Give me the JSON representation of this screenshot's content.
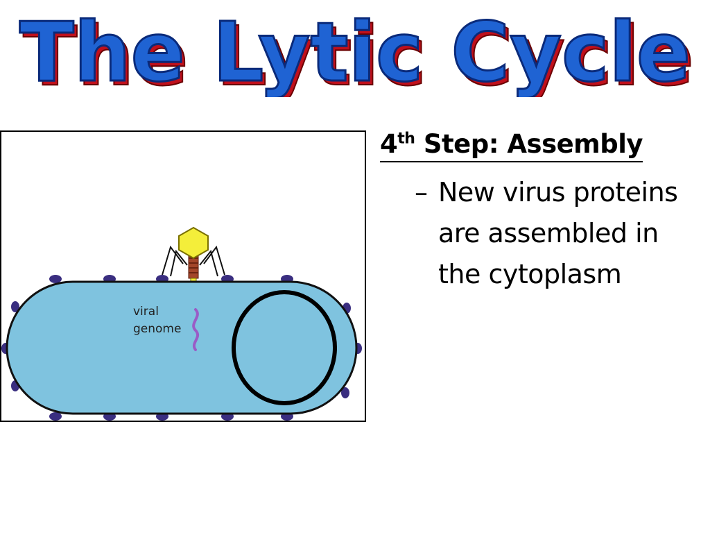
{
  "title": "The Lytic Cycle",
  "step": {
    "number": "4",
    "ordinal_suffix": "th",
    "label": " Step: Assembly"
  },
  "bullet": {
    "marker": "–",
    "text": "New virus proteins\nare assembled in\nthe cytoplasm"
  },
  "diagram": {
    "label_line1": "viral",
    "label_line2": "genome",
    "colors": {
      "cell": "#7fc3df",
      "cell_outline": "#111111",
      "receptor": "#3a2e80",
      "phage_head": "#f4ee3a",
      "phage_tail": "#a3462a",
      "genome": "#9a5cc6"
    }
  },
  "colors": {
    "title_fill": "#1f63d3",
    "title_shadow": "#c0101c",
    "title_outline": "#0a2a7a"
  }
}
